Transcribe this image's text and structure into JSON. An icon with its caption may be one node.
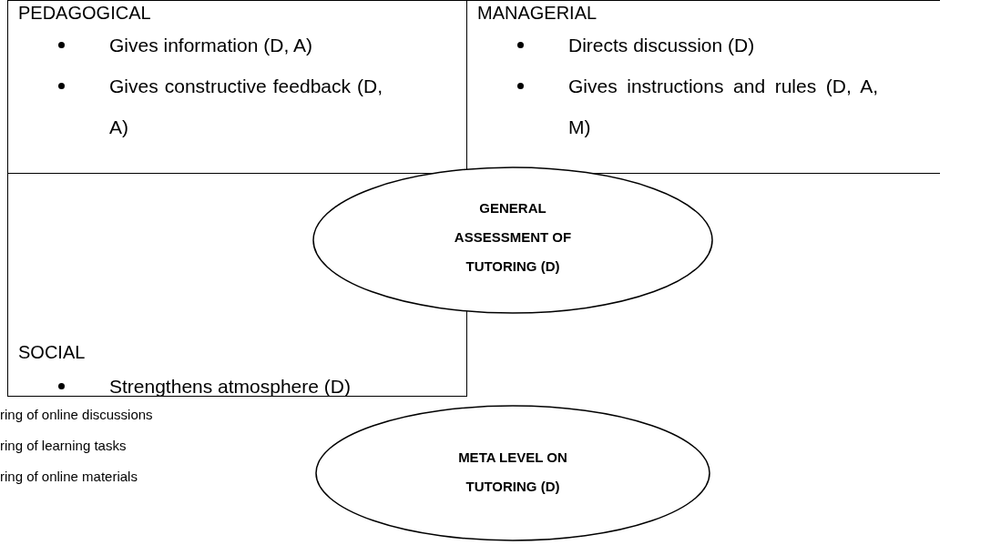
{
  "diagram": {
    "nodes": [
      {
        "text": [
          "PEDAGOGICAL",
          "Gives information (D, A)",
          "Gives constructive feedback (D, A)"
        ]
      },
      {
        "text": [
          "MANAGERIAL",
          "Directs discussion (D)",
          "Gives instructions and rules (D, A, M)"
        ]
      },
      {
        "text": [
          "SOCIAL",
          "Strengthens atmosphere (D)"
        ]
      },
      {
        "text": [
          "GENERAL ASSESSMENT OF TUTORING (D)"
        ]
      },
      {
        "text": [
          "META LEVEL ON TUTORING (D)"
        ]
      }
    ],
    "edges": [],
    "labels": [
      "ring of online discussions",
      "ring of learning tasks",
      "ring of online materials"
    ]
  }
}
